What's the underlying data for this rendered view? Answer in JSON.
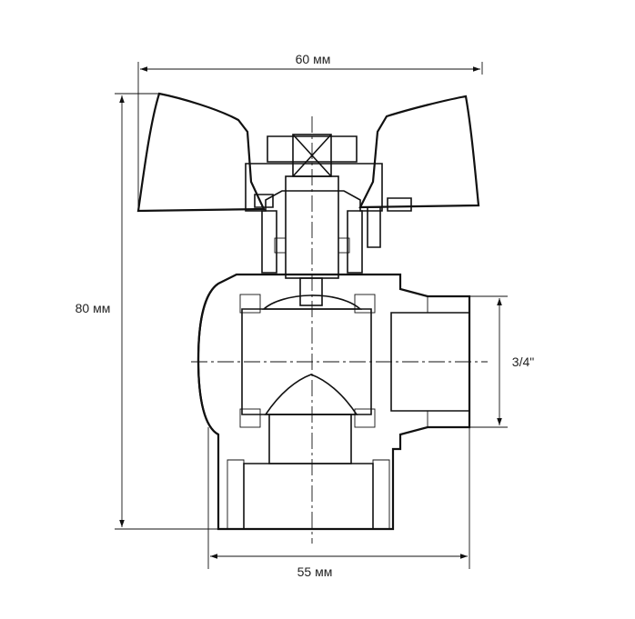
{
  "dimensions": {
    "width_top": "60 мм",
    "height_left": "80 мм",
    "width_bottom": "55 мм",
    "thread_right": "3/4\""
  },
  "colors": {
    "line": "#111111",
    "hatch": "#111111",
    "background": "#ffffff",
    "handle_fill": "#ffffff"
  }
}
